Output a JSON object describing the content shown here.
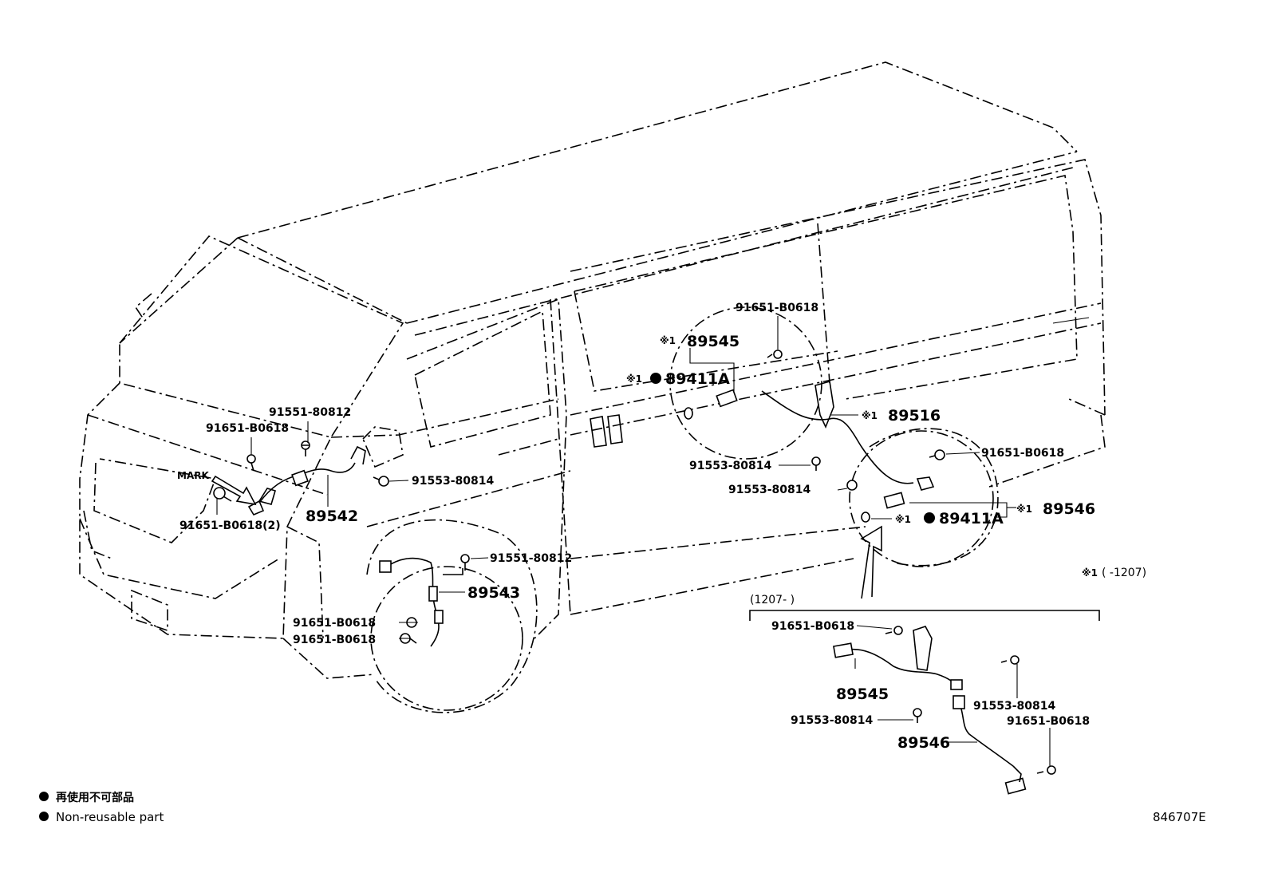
{
  "labels": {
    "p91651_front_upper": "91651-B0618",
    "p91551_front_upper": "91551-80812",
    "mark": "MARK",
    "p91553_front": "91553-80814",
    "p89542": "89542",
    "p91651_front_2": "91651-B0618(2)",
    "p91551_front_lower": "91551-80812",
    "p89543": "89543",
    "p91651_front_lower_a": "91651-B0618",
    "p91651_front_lower_b": "91651-B0618",
    "p91651_rear_top": "91651-B0618",
    "p89545_top": "89545",
    "p89411A_left": "89411A",
    "p89516": "89516",
    "p91553_rear_a": "91553-80814",
    "p91553_rear_b": "91553-80814",
    "p91651_rear_right": "91651-B0618",
    "p89411A_right": "89411A",
    "p89546_top": "89546",
    "inset_title": "(1207-        )",
    "inset_91651_top": "91651-B0618",
    "inset_89545": "89545",
    "inset_91553_left": "91553-80814",
    "inset_89546": "89546",
    "inset_91553_right": "91553-80814",
    "inset_91651_right": "91651-B0618",
    "footnote": "(          -1207)"
  },
  "note_mark": "※1",
  "legend": {
    "japanese": "再使用不可部品",
    "english": "Non-reusable part"
  },
  "diagram_code": "846707E"
}
